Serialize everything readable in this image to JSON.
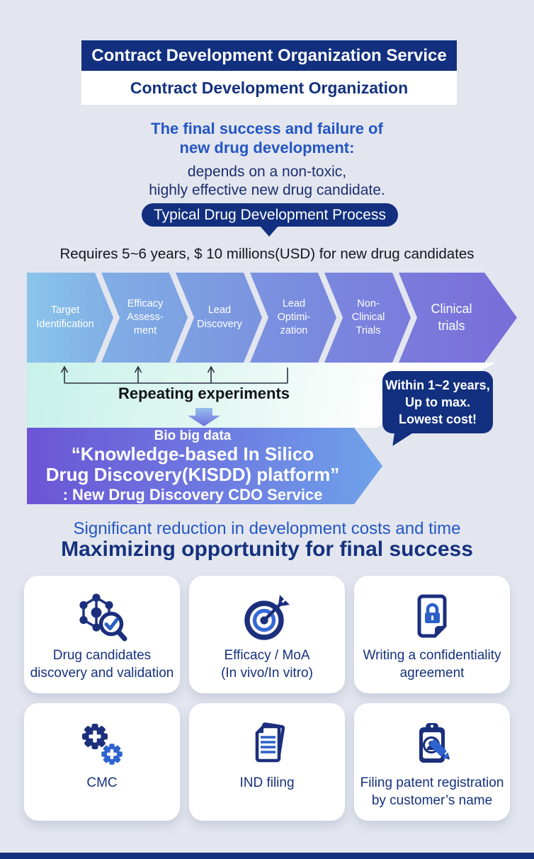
{
  "header": {
    "title": "Contract Development Organization Service",
    "subtitle": "Contract Development Organization"
  },
  "intro": {
    "lead": "The final success and failure of\nnew drug development:",
    "sub": "depends on a non-toxic,\nhighly effective new drug candidate."
  },
  "process": {
    "badge": "Typical Drug Development Process",
    "caption": "Requires 5~6 years, $ 10 millions(USD) for new drug candidates",
    "steps": [
      "Target\nIdentification",
      "Efficacy\nAssess-\nment",
      "Lead\nDiscovery",
      "Lead\nOptimi-\nzation",
      "Non-\nClinical\nTrials",
      "Clinical\ntrials"
    ],
    "repeat_label": "Repeating experiments",
    "bubble": "Within 1~2 years,\nUp to max.\nLowest cost!",
    "banner": {
      "line1": "Bio big data",
      "line2": "“Knowledge-based In Silico",
      "line3": "Drug Discovery(KISDD) platform”",
      "line4": ": New Drug Discovery CDO Service"
    }
  },
  "benefits": {
    "line1": "Significant reduction in development costs and time",
    "line2": "Maximizing opportunity for final success"
  },
  "services": [
    {
      "icon": "molecule-search-icon",
      "label": "Drug candidates\ndiscovery and validation"
    },
    {
      "icon": "target-dart-icon",
      "label": "Efficacy / MoA\n(In vivo/In vitro)"
    },
    {
      "icon": "document-lock-icon",
      "label": "Writing a confidentiality\nagreement"
    },
    {
      "icon": "gears-icon",
      "label": "CMC"
    },
    {
      "icon": "documents-icon",
      "label": "IND filing"
    },
    {
      "icon": "clipboard-pencil-icon",
      "label": "Filing patent registration\nby customer’s name"
    }
  ],
  "colors": {
    "navy": "#12307f",
    "blue_text": "#2456c4",
    "dark_text": "#1b2e70",
    "accent_blue": "#2b5fc7",
    "background": "#e3e6ef"
  }
}
